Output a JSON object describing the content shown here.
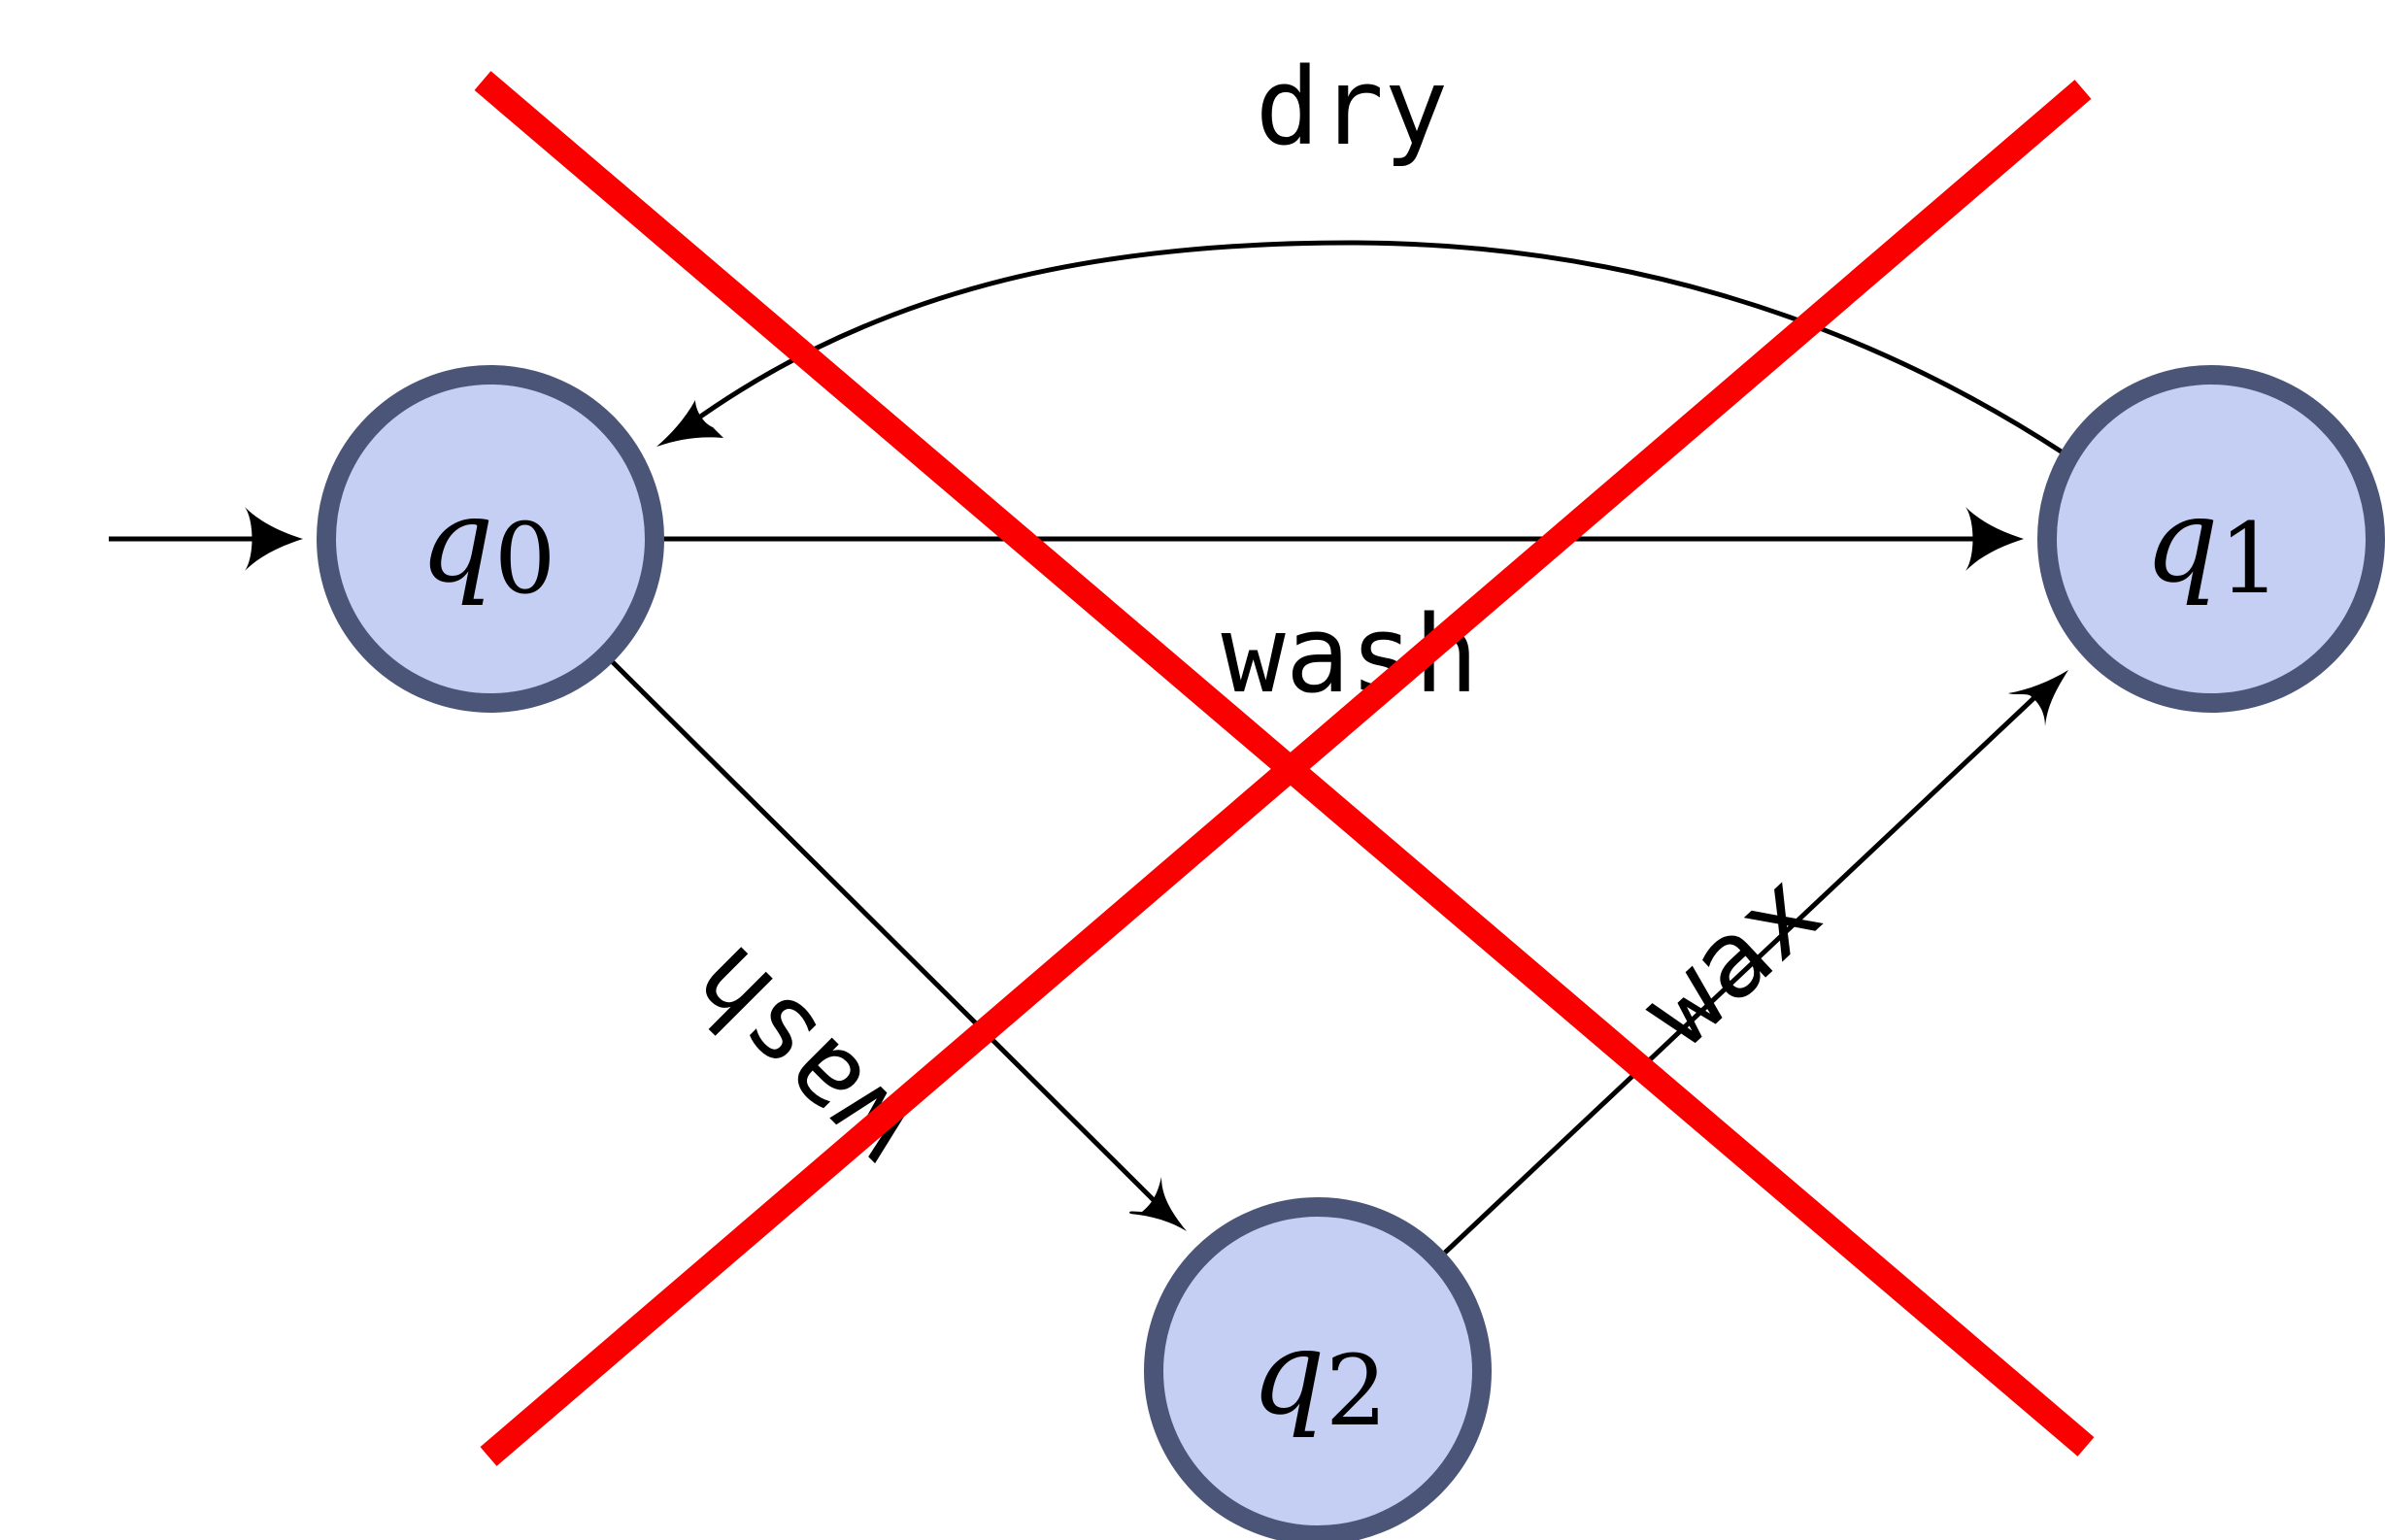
{
  "states": [
    {
      "id": "q0",
      "symbol": "q",
      "subscript": "0",
      "initial": true
    },
    {
      "id": "q1",
      "symbol": "q",
      "subscript": "1",
      "initial": false
    },
    {
      "id": "q2",
      "symbol": "q",
      "subscript": "2",
      "initial": false
    }
  ],
  "transitions": [
    {
      "from": "q0",
      "to": "q1",
      "label": "wash"
    },
    {
      "from": "q1",
      "to": "q0",
      "label": "dry"
    },
    {
      "from": "q0",
      "to": "q2",
      "label": "wash"
    },
    {
      "from": "q2",
      "to": "q1",
      "label": "wax"
    }
  ],
  "overlay": {
    "type": "cross-out",
    "color": "#fa0000"
  },
  "colors": {
    "state_fill": "#c4cff3",
    "state_stroke": "#4a5578",
    "edge": "#000000"
  }
}
